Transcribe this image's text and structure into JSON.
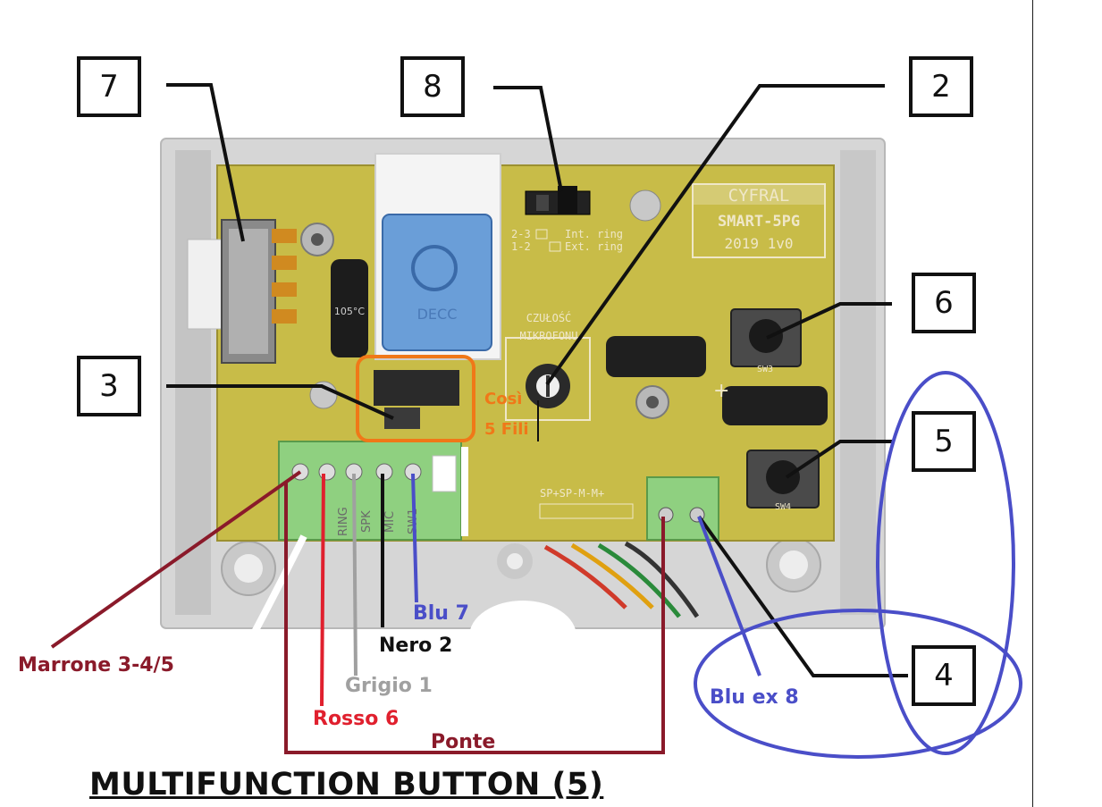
{
  "callouts": {
    "c7": "7",
    "c8": "8",
    "c2": "2",
    "c6": "6",
    "c3": "3",
    "c5": "5",
    "c4": "4"
  },
  "board": {
    "brand": "CYFRAL",
    "model": "SMART-5PG",
    "version": "2019 1v0",
    "jumper_int": "2-3",
    "jumper_int_label": "Int. ring",
    "jumper_ext": "1-2",
    "jumper_ext_label": "Ext. ring",
    "sensitivity_line1": "CZUŁOŚĆ",
    "sensitivity_line2": "MIKROFONU",
    "terminal_top_label": "SP+SP-M-M+",
    "terminals": [
      "RING",
      "SPK",
      "MIC",
      "SW1"
    ],
    "sw3": "SW3",
    "sw4": "SW4",
    "relay_brand": "DECC",
    "cap_text": "105°C"
  },
  "annotations": {
    "cosi": "Così",
    "fili": "5 Fili",
    "blu7": "Blu 7",
    "nero2": "Nero 2",
    "marrone": "Marrone 3-4/5",
    "grigio": "Grigio 1",
    "rosso": "Rosso 6",
    "ponte": "Ponte",
    "bluex8": "Blu ex 8"
  },
  "title": "MULTIFUNCTION BUTTON (5)",
  "colors": {
    "pcb": "#c8bc48",
    "enclosure": "#d8d8d8",
    "orange": "#f07818",
    "blue": "#4a4ec8",
    "maroon": "#8a1a2a",
    "red": "#e0202e",
    "grey": "#a0a0a0",
    "black": "#111111",
    "silkscreen": "#efe7c8"
  }
}
